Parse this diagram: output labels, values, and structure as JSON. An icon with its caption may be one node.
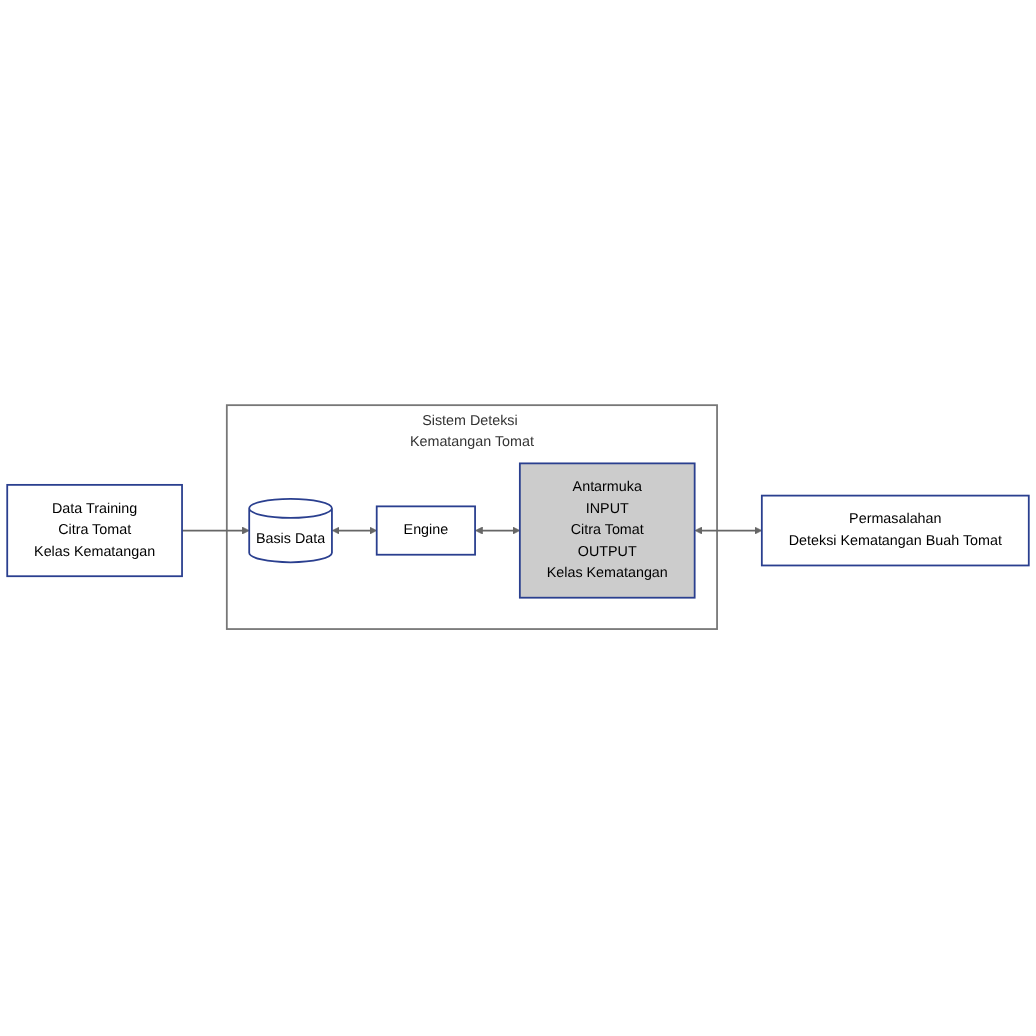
{
  "diagram": {
    "nodes": [
      {
        "text": [
          "Data Training",
          "Citra Tomat",
          "Kelas Kematangan"
        ]
      },
      {
        "text": [
          "Permasalahan",
          "Deteksi Kematangan Buah Tomat"
        ]
      },
      {
        "text": [
          "Sistem Deteksi Kematangan Tomat"
        ]
      },
      {
        "text": [
          "Basis Data"
        ],
        "in": 2
      },
      {
        "text": [
          "Engine"
        ],
        "in": 2
      },
      {
        "text": [
          "Antarmuka",
          "INPUT",
          "Citra Tomat",
          "OUTPUT",
          "Kelas Kematangan"
        ],
        "in": 2
      }
    ],
    "edges": [
      {
        "from": 0,
        "to": 3,
        "arrow": "to"
      },
      {
        "from": 5,
        "to": 1,
        "arrow": "both"
      },
      {
        "from": 3,
        "to": 4,
        "arrow": "both"
      },
      {
        "from": 4,
        "to": 5,
        "arrow": "both"
      }
    ]
  }
}
